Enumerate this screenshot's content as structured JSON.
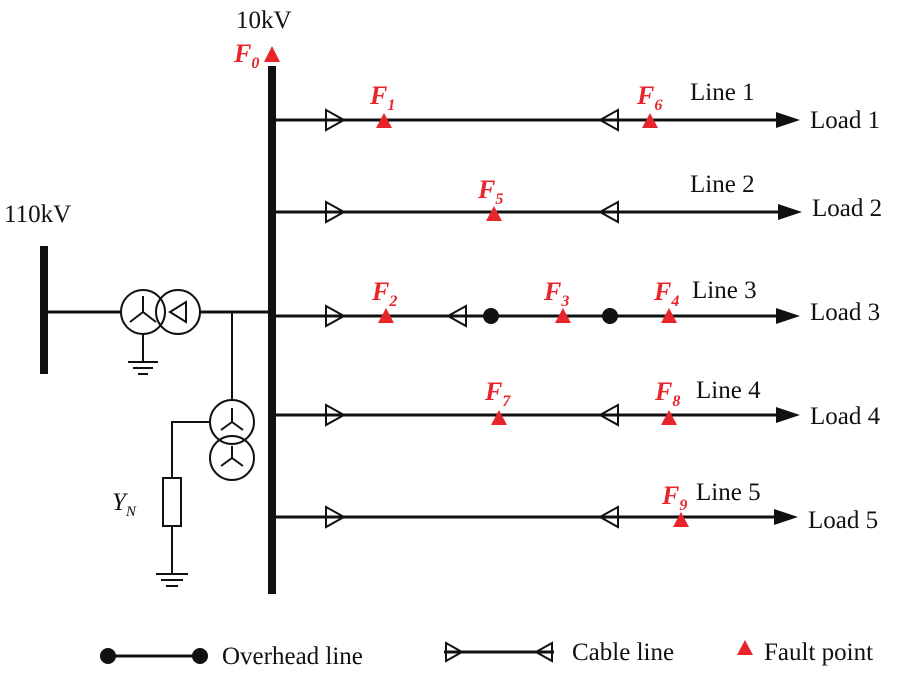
{
  "bus": {
    "hv_label": "110kV",
    "lv_label": "10kV",
    "fault0": {
      "letter": "F",
      "sub": "0"
    }
  },
  "grounding": {
    "letter": "Y",
    "sub": "N"
  },
  "lines": [
    {
      "label": "Line 1",
      "load": "Load 1",
      "faults": [
        {
          "letter": "F",
          "sub": "1"
        },
        {
          "letter": "F",
          "sub": "6"
        }
      ]
    },
    {
      "label": "Line 2",
      "load": "Load 2",
      "faults": [
        {
          "letter": "F",
          "sub": "5"
        }
      ]
    },
    {
      "label": "Line 3",
      "load": "Load 3",
      "faults": [
        {
          "letter": "F",
          "sub": "2"
        },
        {
          "letter": "F",
          "sub": "3"
        },
        {
          "letter": "F",
          "sub": "4"
        }
      ]
    },
    {
      "label": "Line 4",
      "load": "Load 4",
      "faults": [
        {
          "letter": "F",
          "sub": "7"
        },
        {
          "letter": "F",
          "sub": "8"
        }
      ]
    },
    {
      "label": "Line 5",
      "load": "Load 5",
      "faults": [
        {
          "letter": "F",
          "sub": "9"
        }
      ]
    }
  ],
  "legend": {
    "overhead": "Overhead line",
    "cable": "Cable line",
    "fault": "Fault point"
  },
  "colors": {
    "fault": "#e8252a",
    "line": "#111111"
  }
}
